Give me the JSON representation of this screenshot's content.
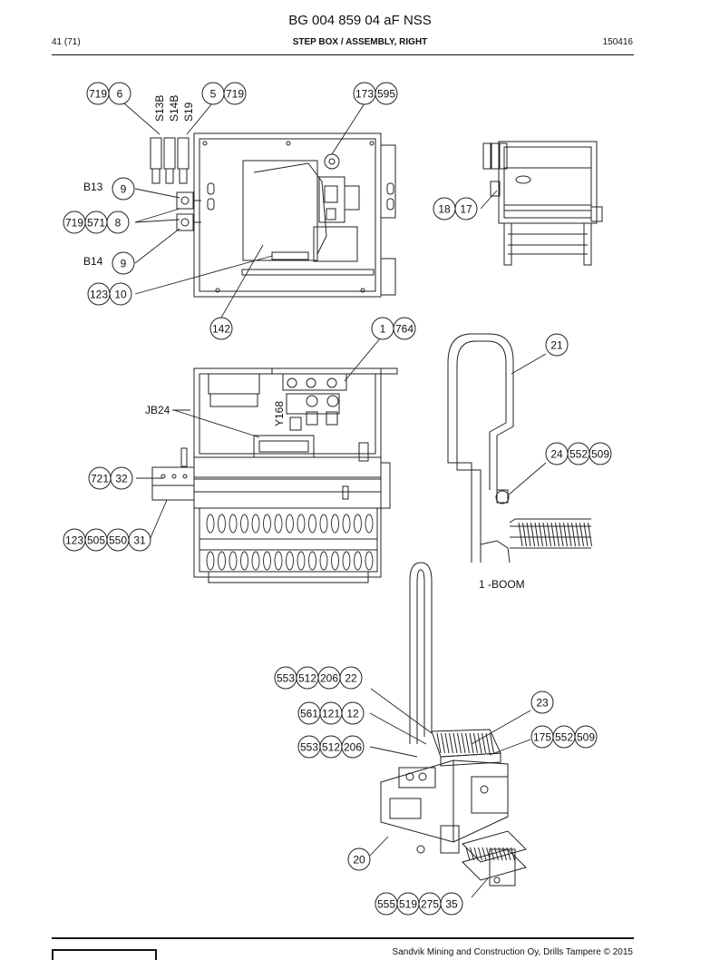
{
  "header": {
    "title": "BG 004 859 04 aF NSS",
    "page": "41 (71)",
    "subtitle": "STEP BOX / ASSEMBLY, RIGHT",
    "code": "150416"
  },
  "footer": {
    "copyright": "Sandvik Mining and Construction Oy, Drills Tampere © 2015"
  },
  "labels": {
    "b13": "B13",
    "b14": "B14",
    "jb24": "JB24",
    "y168": "Y168",
    "s13b": "S13B",
    "s14b": "S14B",
    "s19": "S19",
    "boom": "1 -BOOM"
  },
  "callouts": {
    "c_719a": "719",
    "c_6": "6",
    "c_5": "5",
    "c_719b": "719",
    "c_173": "173",
    "c_595": "595",
    "c_9a": "9",
    "c_719c": "719",
    "c_571": "571",
    "c_8": "8",
    "c_9b": "9",
    "c_123a": "123",
    "c_10": "10",
    "c_18": "18",
    "c_17": "17",
    "c_142": "142",
    "c_1": "1",
    "c_764": "764",
    "c_21": "21",
    "c_721": "721",
    "c_32": "32",
    "c_123b": "123",
    "c_505": "505",
    "c_550": "550",
    "c_31": "31",
    "c_24": "24",
    "c_552a": "552",
    "c_509a": "509",
    "c_553a": "553",
    "c_512a": "512",
    "c_206a": "206",
    "c_22": "22",
    "c_23": "23",
    "c_561": "561",
    "c_121": "121",
    "c_12": "12",
    "c_175": "175",
    "c_552b": "552",
    "c_509b": "509",
    "c_553b": "553",
    "c_512b": "512",
    "c_206b": "206",
    "c_20": "20",
    "c_555": "555",
    "c_519": "519",
    "c_275": "275",
    "c_35": "35"
  }
}
